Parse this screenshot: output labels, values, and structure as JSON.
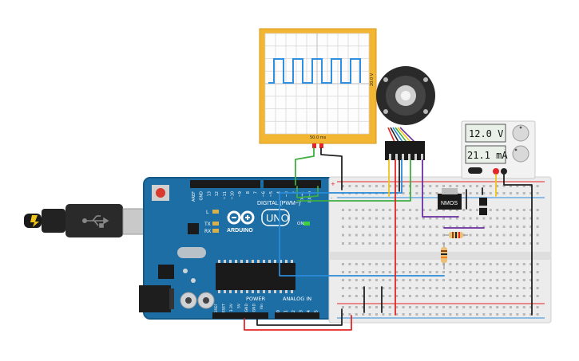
{
  "oscilloscope": {
    "time_div": "50.0 ms",
    "volt_div": "20.0 V"
  },
  "power_supply": {
    "voltage": "12.0 V",
    "current": "21.1 mA"
  },
  "arduino": {
    "brand": "ARDUINO",
    "model": "UNO",
    "digital_label": "DIGITAL (PWM~)",
    "analog_label": "ANALOG IN",
    "power_label": "POWER",
    "on_label": "ON",
    "led_l": "L",
    "led_tx": "TX",
    "led_rx": "RX",
    "top_pins": [
      "AREF",
      "GND",
      "13",
      "12",
      "~11",
      "~10",
      "~9",
      "8",
      "7",
      "~6",
      "~5",
      "4",
      "~3",
      "2",
      "TX→1",
      "RX←0"
    ],
    "power_pins": [
      "IOREF",
      "RESET",
      "3.3V",
      "5V",
      "GND",
      "GND",
      "Vin"
    ],
    "analog_pins": [
      "A0",
      "A1",
      "A2",
      "A3",
      "A4",
      "A5"
    ]
  },
  "mosfet": {
    "label": "NMOS"
  },
  "colors": {
    "board": "#1c6ea4",
    "scope_frame": "#f2b632",
    "breadboard": "#ececec",
    "wire_red": "#e32626",
    "wire_black": "#222222",
    "wire_green": "#3fae3f",
    "wire_blue": "#2a8ad8",
    "wire_yellow": "#f0c419",
    "wire_purple": "#6b2fa0",
    "trace": "#2f8fe0"
  }
}
